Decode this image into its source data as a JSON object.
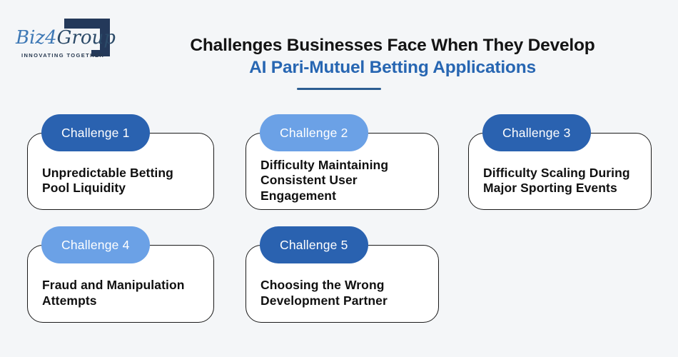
{
  "page": {
    "background_color": "#f4f6f8"
  },
  "logo": {
    "brand_biz": "Biz",
    "brand_4": "4",
    "brand_group": "Group",
    "tagline": "INNOVATING TOGETHER",
    "colors": {
      "blue": "#3d78b5",
      "navy": "#2b4a68",
      "bracket": "#24395a"
    }
  },
  "header": {
    "title_line1": "Challenges Businesses Face When They Develop",
    "title_line2": "AI Pari-Mutuel Betting Applications",
    "title_color": "#141414",
    "accent_color": "#2766b2",
    "underline_color": "#2d5e92"
  },
  "challenges": [
    {
      "badge": "Challenge 1",
      "badge_color": "#2a62b0",
      "text": "Unpredictable Betting\nPool Liquidity"
    },
    {
      "badge": "Challenge 2",
      "badge_color": "#6ba1e6",
      "text": "Difficulty Maintaining\nConsistent User\nEngagement"
    },
    {
      "badge": "Challenge 3",
      "badge_color": "#2a62b0",
      "text": "Difficulty Scaling During\nMajor Sporting Events"
    },
    {
      "badge": "Challenge 4",
      "badge_color": "#6ba1e6",
      "text": "Fraud and Manipulation\nAttempts"
    },
    {
      "badge": "Challenge 5",
      "badge_color": "#2a62b0",
      "text": "Choosing the Wrong\nDevelopment Partner"
    }
  ]
}
